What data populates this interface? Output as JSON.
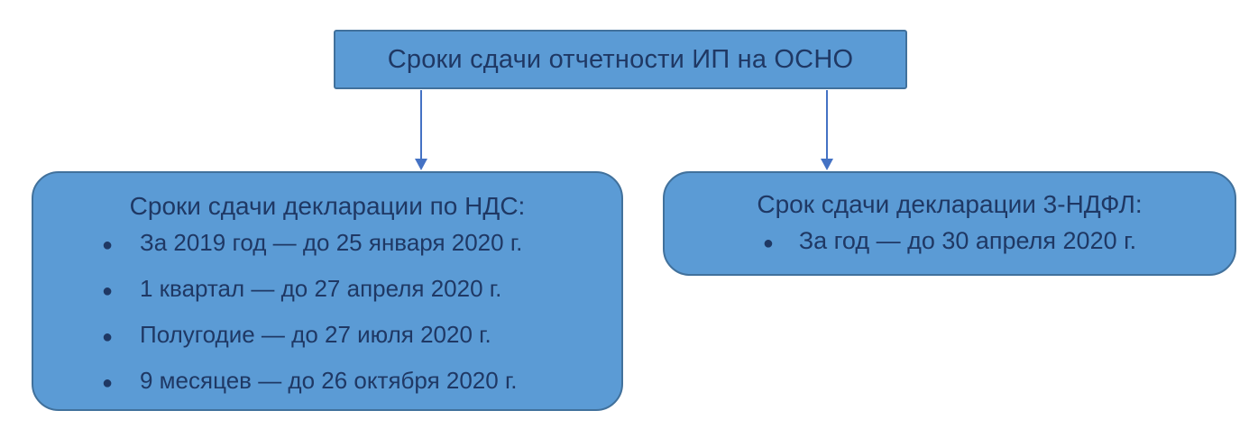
{
  "title_box": {
    "label": "Сроки сдачи отчетности ИП на ОСНО"
  },
  "left_box": {
    "heading": "Сроки сдачи декларации по НДС:",
    "items": [
      "За 2019 год — до 25 января 2020 г.",
      "1 квартал — до 27 апреля 2020 г.",
      "Полугодие — до 27 июля 2020 г.",
      "9 месяцев — до 26 октября 2020 г."
    ]
  },
  "right_box": {
    "heading": "Срок сдачи декларации 3-НДФЛ:",
    "items": [
      "За год — до 30 апреля 2020 г."
    ]
  },
  "icons": {
    "bullet": "●"
  },
  "colors": {
    "box_fill": "#5B9BD5",
    "box_border": "#41719C",
    "text": "#1F3864",
    "arrow": "#4472C4"
  }
}
